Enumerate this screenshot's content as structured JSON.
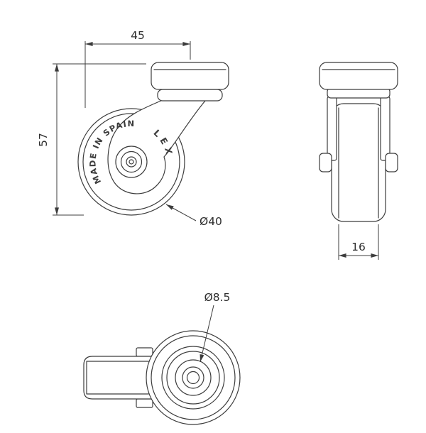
{
  "drawing": {
    "background": "#ffffff",
    "line_color": "#3c3c3c",
    "views": {
      "side": {
        "dim_width": "45",
        "dim_height": "57",
        "dim_wheel_diameter": "Ø40",
        "wheel_text": "MADE IN SPAIN",
        "wheel_brand": "LEX"
      },
      "front": {
        "dim_tread_width": "16"
      },
      "bottom": {
        "dim_bore_diameter": "Ø8.5"
      }
    }
  }
}
